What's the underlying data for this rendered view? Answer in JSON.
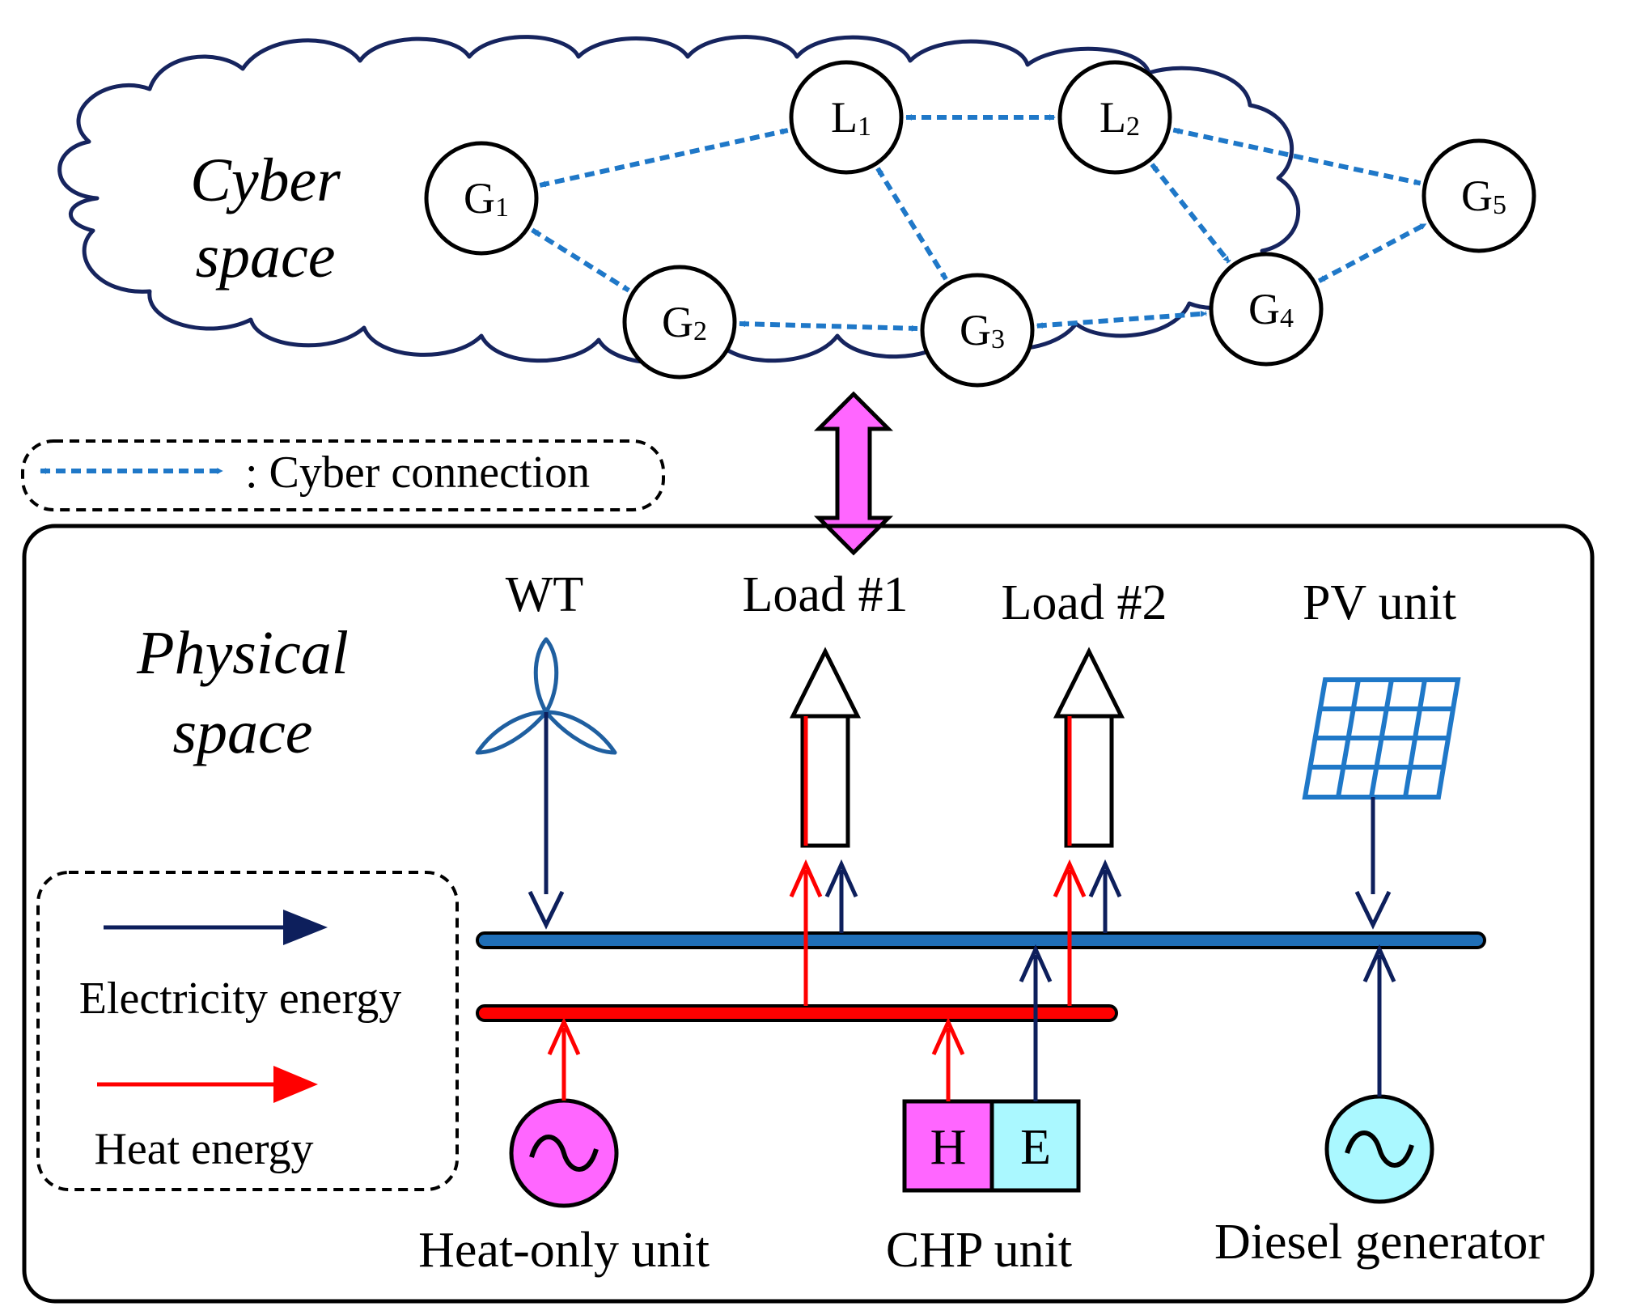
{
  "cyber": {
    "title_line1": "Cyber",
    "title_line2": "space",
    "nodes": [
      {
        "id": "L1",
        "base": "L",
        "sub": "1"
      },
      {
        "id": "L2",
        "base": "L",
        "sub": "2"
      },
      {
        "id": "G1",
        "base": "G",
        "sub": "1"
      },
      {
        "id": "G2",
        "base": "G",
        "sub": "2"
      },
      {
        "id": "G3",
        "base": "G",
        "sub": "3"
      },
      {
        "id": "G4",
        "base": "G",
        "sub": "4"
      },
      {
        "id": "G5",
        "base": "G",
        "sub": "5"
      }
    ],
    "links": [
      [
        "G1",
        "L1"
      ],
      [
        "L1",
        "L2"
      ],
      [
        "L2",
        "G5"
      ],
      [
        "G1",
        "G2"
      ],
      [
        "L1",
        "G3"
      ],
      [
        "L2",
        "G4"
      ],
      [
        "G2",
        "G3"
      ],
      [
        "G3",
        "G4"
      ],
      [
        "G4",
        "G5"
      ]
    ],
    "legend_text": ": Cyber connection"
  },
  "physical": {
    "title_line1": "Physical",
    "title_line2": "space",
    "labels": {
      "wt": "WT",
      "load1": "Load #1",
      "load2": "Load #2",
      "pv": "PV unit",
      "heat_only": "Heat-only unit",
      "chp": "CHP unit",
      "diesel": "Diesel generator",
      "chp_h": "H",
      "chp_e": "E"
    },
    "legend": {
      "electricity": "Electricity energy",
      "heat": "Heat energy"
    }
  },
  "colors": {
    "cyber_link": "#1f78c8",
    "electricity_arrow": "#0d1f5c",
    "electric_bus": "#1f6fb8",
    "heat": "#ff0000",
    "cloud_outline": "#16245e",
    "interface_arrow": "#ff66ff",
    "heat_only_unit": "#ff66ff",
    "diesel_unit": "#aaf8ff",
    "pv_panel": "#1f78c8",
    "wind_turbine": "#1f5fa0"
  }
}
